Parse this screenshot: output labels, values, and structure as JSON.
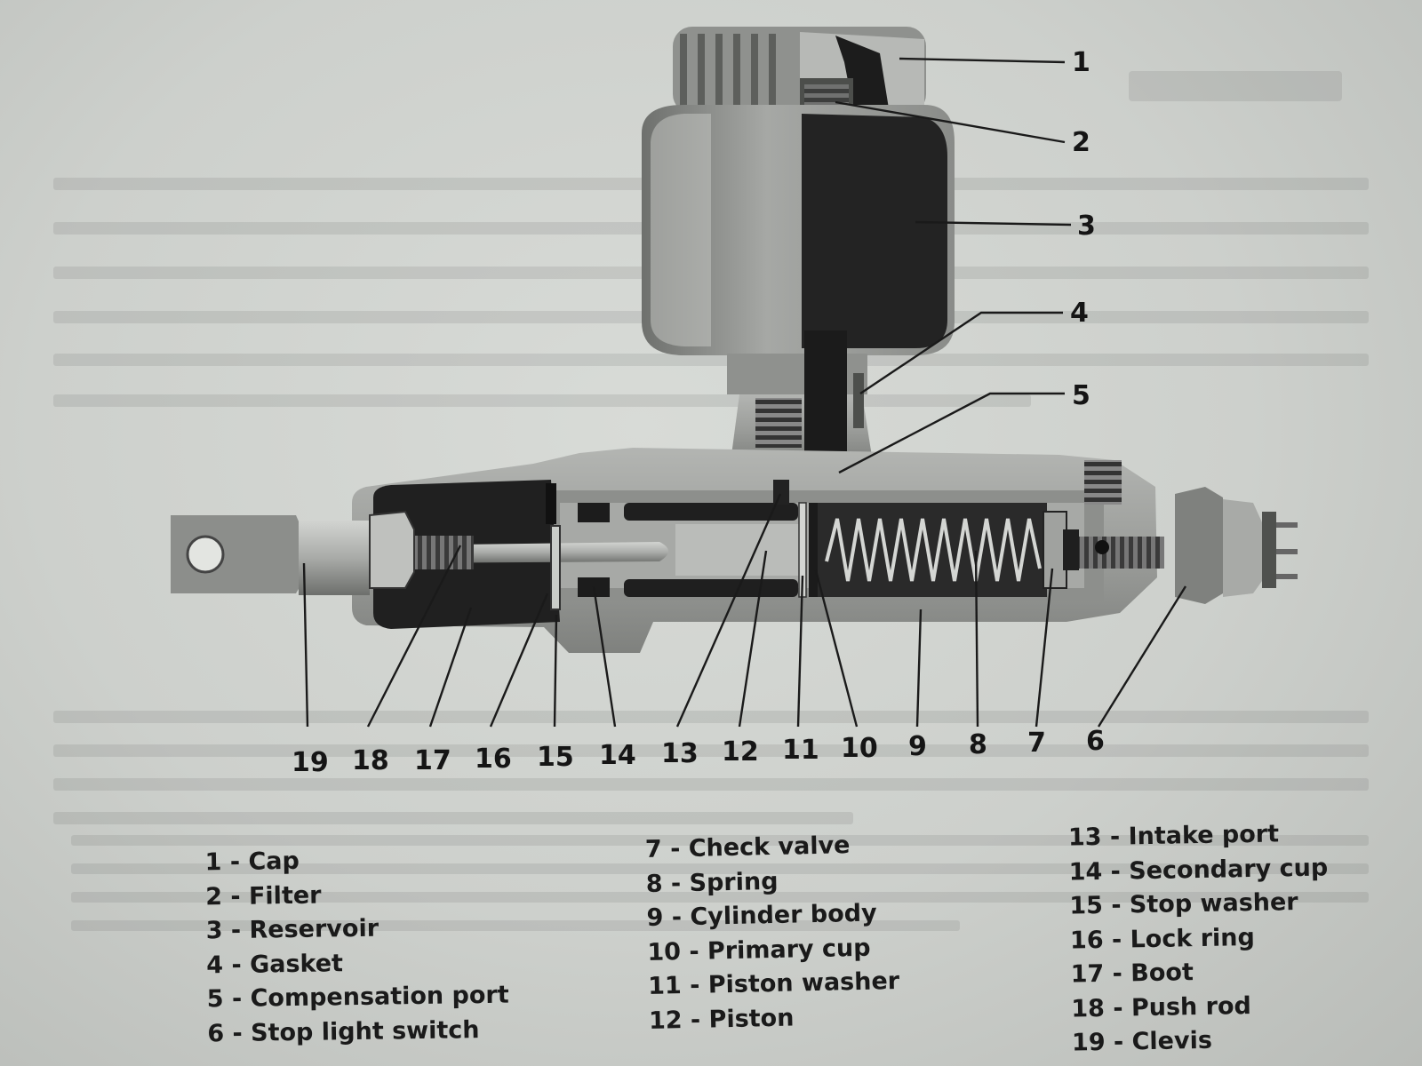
{
  "diagram": {
    "callouts_right": [
      "1",
      "2",
      "3",
      "4",
      "5"
    ],
    "callouts_bottom": [
      "19",
      "18",
      "17",
      "16",
      "15",
      "14",
      "13",
      "12",
      "11",
      "10",
      "9",
      "8",
      "7",
      "6"
    ]
  },
  "legend": {
    "column_1": [
      "1 - Cap",
      "2 - Filter",
      "3 - Reservoir",
      "4 - Gasket",
      "5 - Compensation port",
      "6 - Stop light switch"
    ],
    "column_2": [
      "7 - Check valve",
      "8 - Spring",
      "9 - Cylinder body",
      "10 - Primary cup",
      "11 - Piston washer",
      "12 - Piston"
    ],
    "column_3": [
      "13 - Intake port",
      "14 - Secondary cup",
      "15 - Stop washer",
      "16 - Lock ring",
      "17 - Boot",
      "18 - Push rod",
      "19 - Clevis"
    ]
  }
}
